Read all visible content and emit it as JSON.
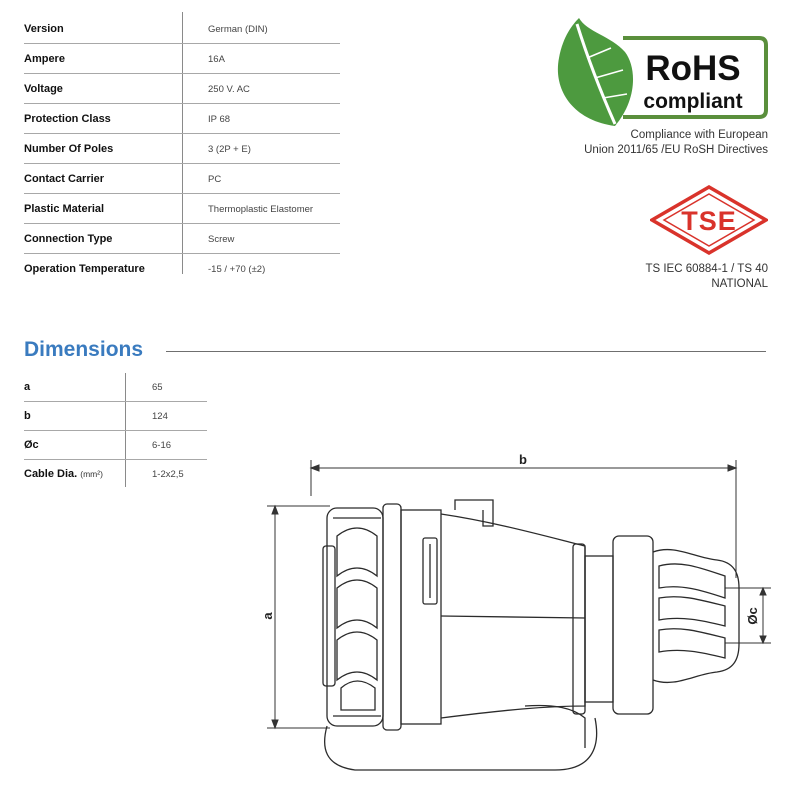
{
  "specs": [
    {
      "label": "Version",
      "value": "German (DIN)"
    },
    {
      "label": "Ampere",
      "value": "16A"
    },
    {
      "label": "Voltage",
      "value": "250 V. AC"
    },
    {
      "label": "Protection Class",
      "value": "IP 68"
    },
    {
      "label": "Number Of Poles",
      "value": "3 (2P + E)"
    },
    {
      "label": "Contact Carrier",
      "value": "PC"
    },
    {
      "label": "Plastic Material",
      "value": "Thermoplastic Elastomer"
    },
    {
      "label": "Connection Type",
      "value": "Screw"
    },
    {
      "label": "Operation Temperature",
      "value": "-15 / +70 (±2)"
    }
  ],
  "certificates": {
    "rohs": {
      "line1": "RoHS",
      "line2": "compliant",
      "caption_line1": "Compliance with European",
      "caption_line2": "Union 2011/65 /EU RoSH Directives",
      "leaf_color": "#4d9a3f",
      "border_color": "#5a8f3c"
    },
    "tse": {
      "mark": "TSE",
      "caption_line1": "TS IEC 60884-1 / TS 40",
      "caption_line2": "NATIONAL",
      "color": "#d9332b"
    }
  },
  "dimensions": {
    "title": "Dimensions",
    "title_color": "#3a7bbf",
    "rows": [
      {
        "label": "a",
        "unit": "",
        "value": "65"
      },
      {
        "label": "b",
        "unit": "",
        "value": "124"
      },
      {
        "label": "Øc",
        "unit": "",
        "value": "6-16"
      },
      {
        "label": "Cable Dia.",
        "unit": "(mm²)",
        "value": "1-2x2,5"
      }
    ]
  },
  "drawing": {
    "label_a": "a",
    "label_b": "b",
    "label_c": "Øc"
  }
}
